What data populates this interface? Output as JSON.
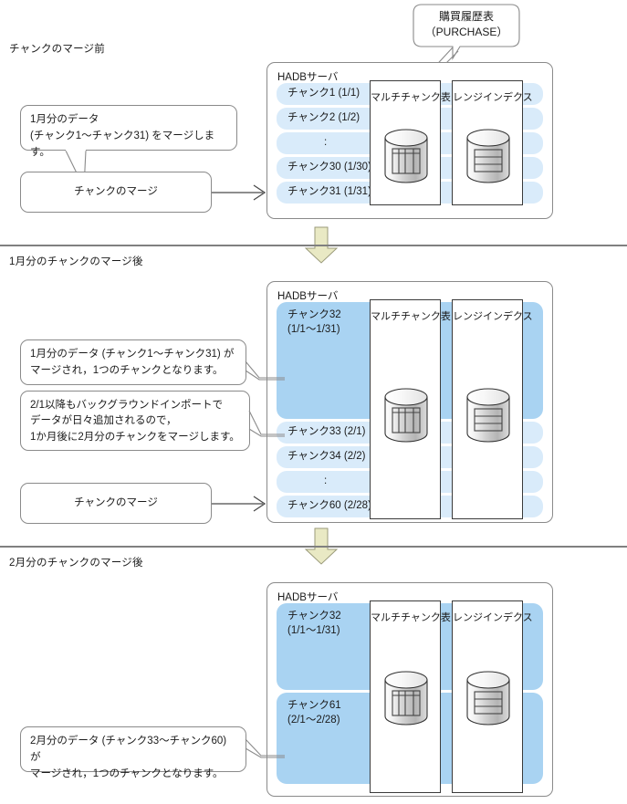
{
  "sections": [
    {
      "id": "before",
      "title": "チャンクのマージ前",
      "server_label": "HADBサーバ",
      "chunks": [
        {
          "label": "チャンク1 (1/1)",
          "tone": "light"
        },
        {
          "label": "チャンク2 (1/2)",
          "tone": "light"
        },
        {
          "label": ":",
          "tone": "light"
        },
        {
          "label": "チャンク30 (1/30)",
          "tone": "light"
        },
        {
          "label": "チャンク31 (1/31)",
          "tone": "light"
        }
      ],
      "columns": [
        {
          "label": "マルチチャンク表",
          "icon": "database-table-cylinder-icon"
        },
        {
          "label": "レンジインデクス",
          "icon": "database-index-cylinder-icon"
        }
      ],
      "callouts": [
        {
          "text": "1月分のデータ\n(チャンク1～チャンク31) をマージします。"
        },
        {
          "text": "チャンクのマージ"
        }
      ]
    },
    {
      "id": "after-january",
      "title": "1月分のチャンクのマージ後",
      "server_label": "HADBサーバ",
      "chunks": [
        {
          "label": "チャンク32\n(1/1～1/31)",
          "tone": "dark"
        },
        {
          "label": "チャンク33 (2/1)",
          "tone": "light"
        },
        {
          "label": "チャンク34 (2/2)",
          "tone": "light"
        },
        {
          "label": ":",
          "tone": "light"
        },
        {
          "label": "チャンク60 (2/28)",
          "tone": "light"
        }
      ],
      "columns": [
        {
          "label": "マルチチャンク表",
          "icon": "database-table-cylinder-icon"
        },
        {
          "label": "レンジインデクス",
          "icon": "database-index-cylinder-icon"
        }
      ],
      "callouts": [
        {
          "text": "1月分のデータ (チャンク1～チャンク31) が\nマージされ，1つのチャンクとなります。"
        },
        {
          "text": "2/1以降もバックグラウンドインポートで\nデータが日々追加されるので，\n1か月後に2月分のチャンクをマージします。"
        },
        {
          "text": "チャンクのマージ"
        }
      ]
    },
    {
      "id": "after-february",
      "title": "2月分のチャンクのマージ後",
      "server_label": "HADBサーバ",
      "chunks": [
        {
          "label": "チャンク32\n(1/1～1/31)",
          "tone": "dark"
        },
        {
          "label": "チャンク61\n(2/1～2/28)",
          "tone": "dark"
        }
      ],
      "columns": [
        {
          "label": "マルチチャンク表",
          "icon": "database-table-cylinder-icon"
        },
        {
          "label": "レンジインデクス",
          "icon": "database-index-cylinder-icon"
        }
      ],
      "callouts": [
        {
          "text": "2月分のデータ (チャンク33～チャンク60) が\nマージされ，1つのチャンクとなります。"
        }
      ]
    }
  ],
  "table_callout": {
    "line1": "購買履歴表",
    "line2": "（PURCHASE）"
  },
  "colors": {
    "chunk_light": "#d9ebfa",
    "chunk_dark": "#a9d3f2",
    "flow_arrow": "#e9e9c4",
    "flow_arrow_border": "#9a9a7a",
    "outline": "#8a8a8a",
    "rule": "#808080",
    "column_border": "#3a3a3a",
    "text": "#1a1a1a"
  }
}
